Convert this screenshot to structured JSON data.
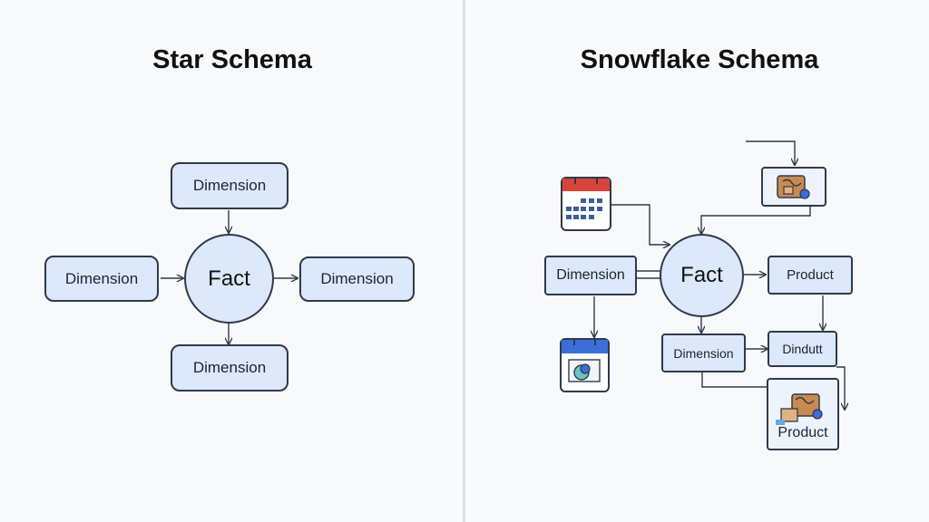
{
  "star": {
    "title": "Star Schema",
    "center": "Fact",
    "top": "Dimension",
    "left": "Dimension",
    "right": "Dimension",
    "bottom": "Dimension"
  },
  "snowflake": {
    "title": "Snowflake Schema",
    "center": "Fact",
    "dimension_left": "Dimension",
    "product_right": "Product",
    "dimension_bottom": "Dimension",
    "dindutt": "Dindutt",
    "product_bottom": "Product",
    "icons": [
      "calendar-icon",
      "product-box-icon",
      "calendar-clock-icon",
      "product-box-icon"
    ]
  },
  "colors": {
    "node_fill": "#dce8fb",
    "outline": "#2f3a4a",
    "calendar_red": "#d9443a",
    "calendar_blue": "#3b6ed8",
    "box_tan": "#c98a52"
  }
}
